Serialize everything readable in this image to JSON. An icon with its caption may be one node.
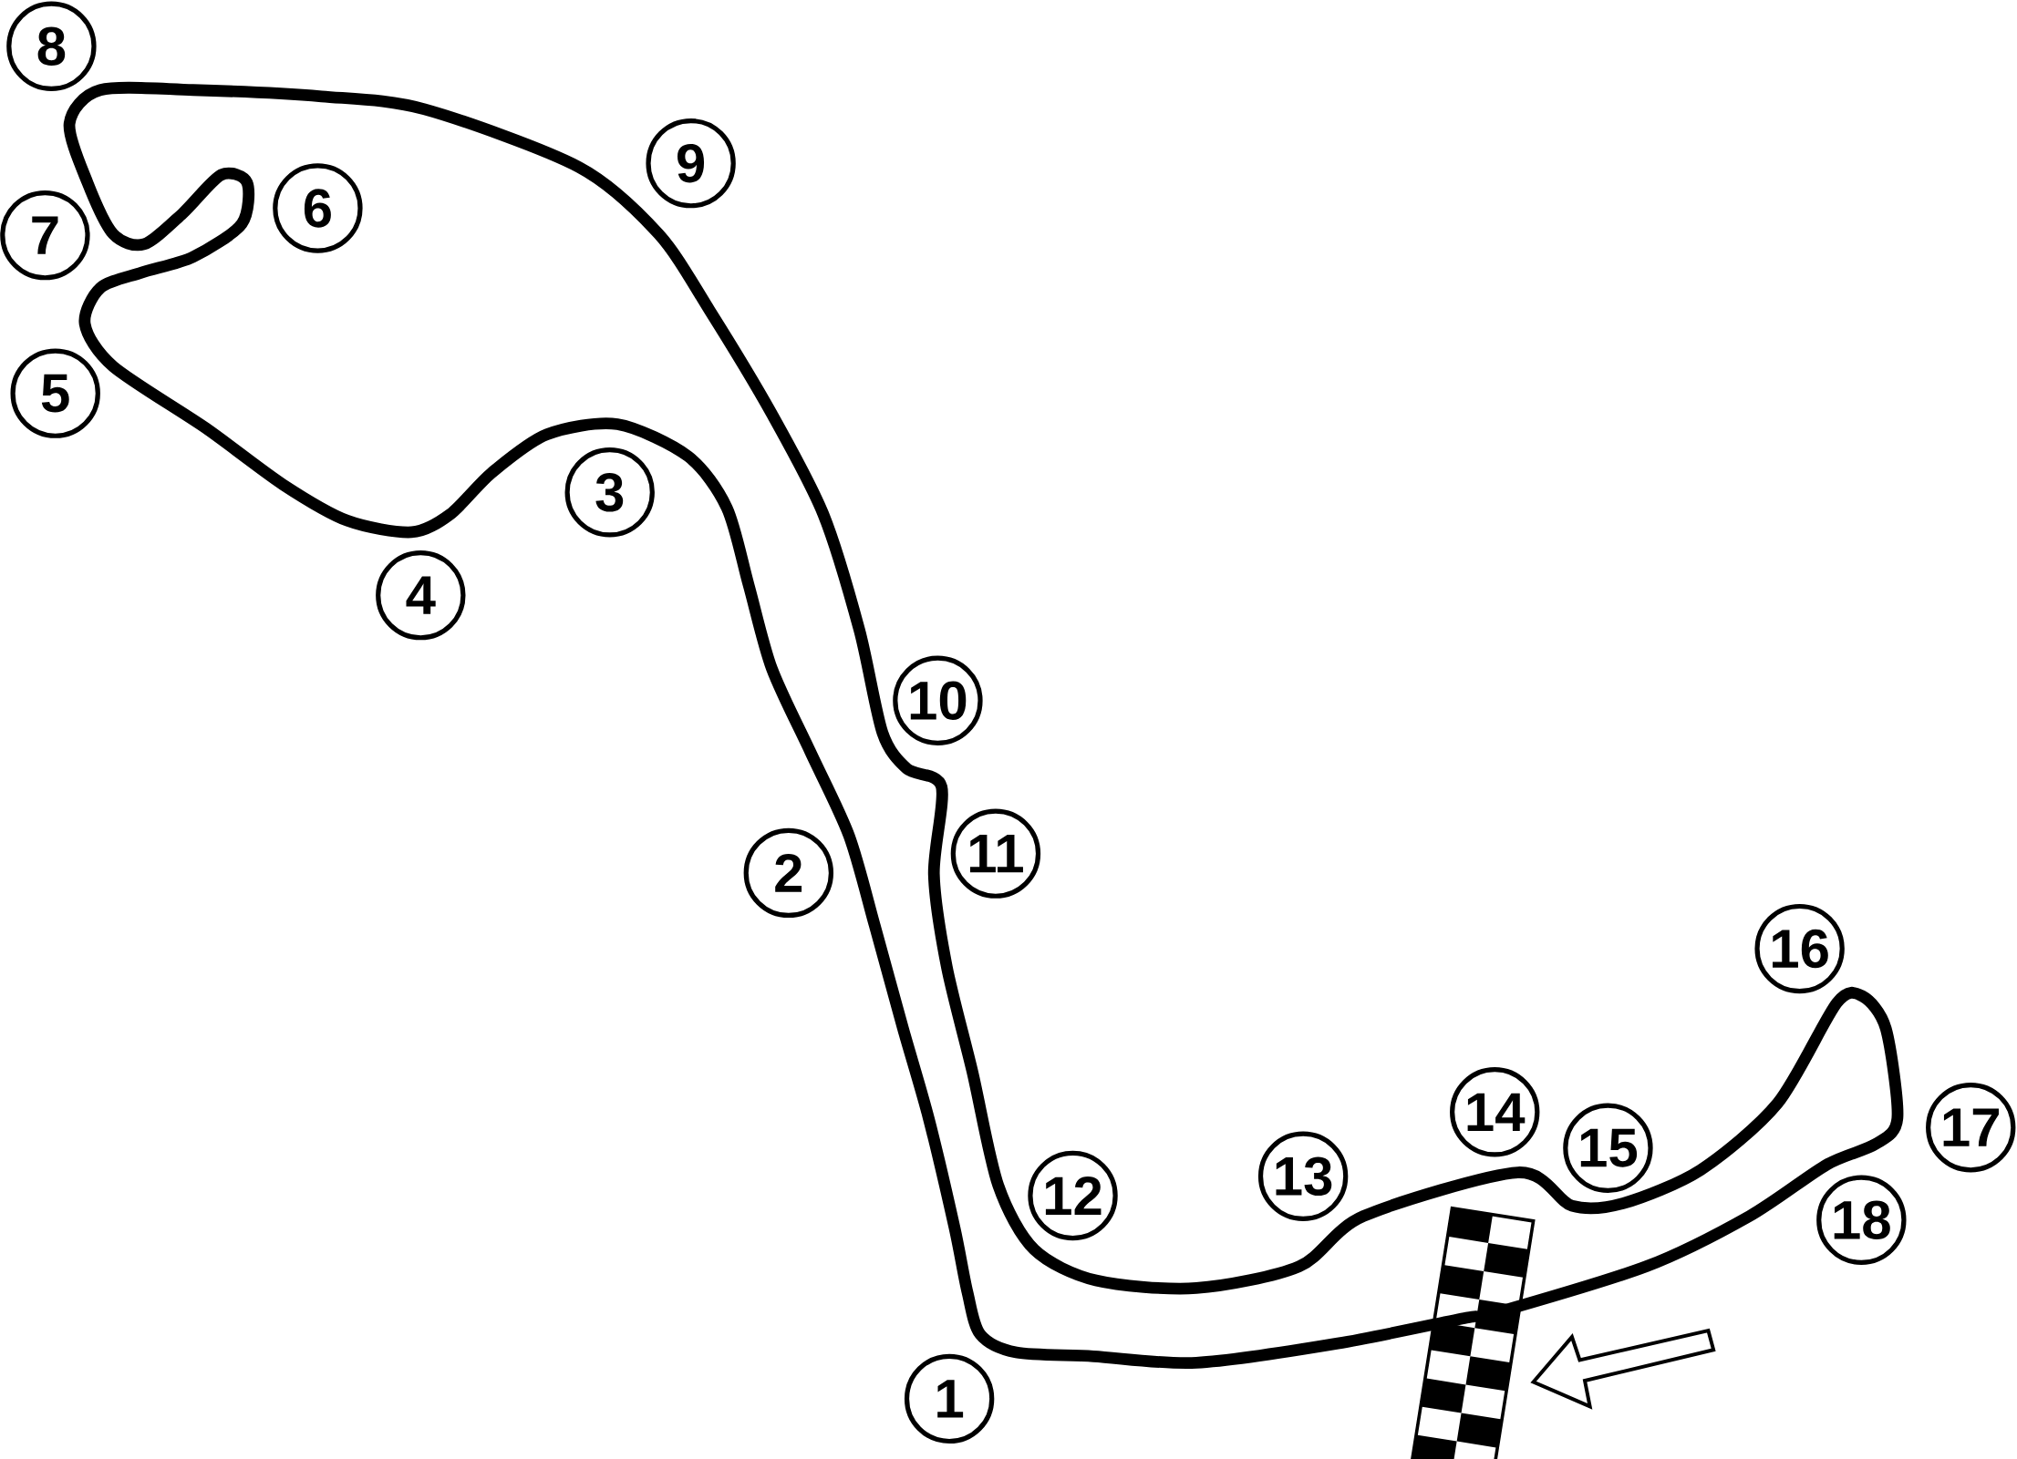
{
  "diagram": {
    "nodes": [
      {
        "text": [
          "1"
        ]
      },
      {
        "text": [
          "2"
        ]
      },
      {
        "text": [
          "3"
        ]
      },
      {
        "text": [
          "4"
        ]
      },
      {
        "text": [
          "5"
        ]
      },
      {
        "text": [
          "6"
        ]
      },
      {
        "text": [
          "7"
        ]
      },
      {
        "text": [
          "8"
        ]
      },
      {
        "text": [
          "9"
        ]
      },
      {
        "text": [
          "10"
        ]
      },
      {
        "text": [
          "11"
        ]
      },
      {
        "text": [
          "12"
        ]
      },
      {
        "text": [
          "13"
        ]
      },
      {
        "text": [
          "14"
        ]
      },
      {
        "text": [
          "15"
        ]
      },
      {
        "text": [
          "16"
        ]
      },
      {
        "text": [
          "17"
        ]
      },
      {
        "text": [
          "18"
        ]
      }
    ]
  }
}
